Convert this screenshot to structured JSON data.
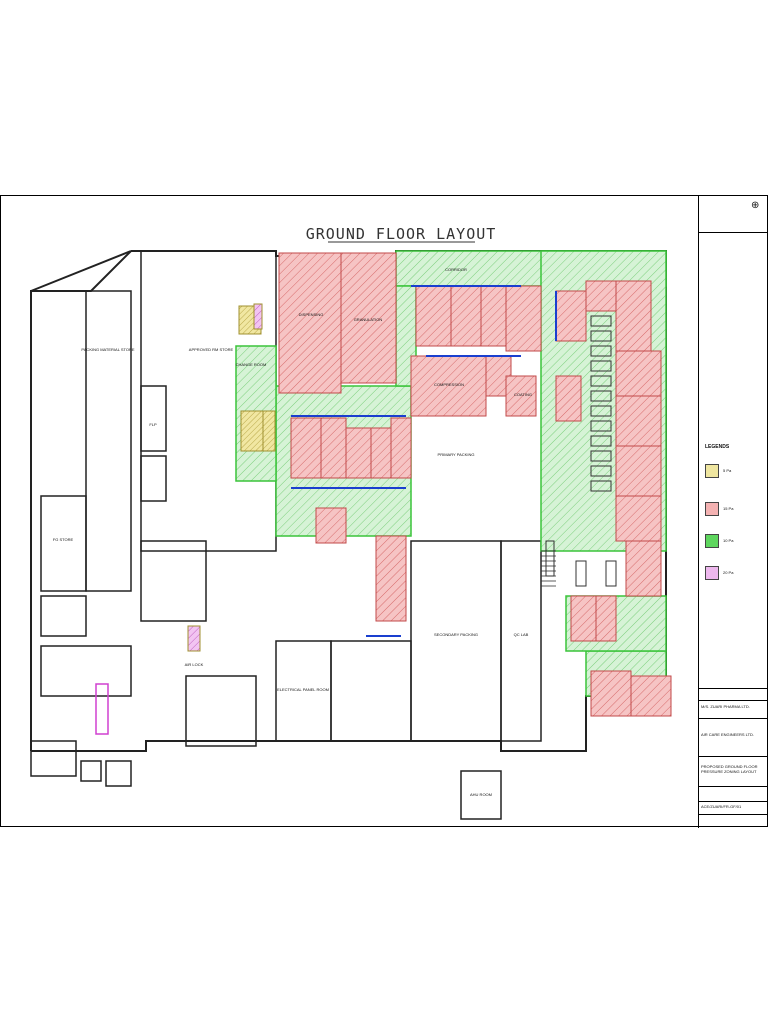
{
  "drawing": {
    "title": "GROUND FLOOR LAYOUT"
  },
  "rooms": [
    {
      "id": "r1",
      "label": "APPROVED RM STORE",
      "fill": "white"
    },
    {
      "id": "r2",
      "label": "PACKING MATERIAL STORE",
      "fill": "white"
    },
    {
      "id": "r3",
      "label": "FLP",
      "fill": "white"
    },
    {
      "id": "r4",
      "label": "FG STORE",
      "fill": "white"
    },
    {
      "id": "r5",
      "label": "DISPENSING",
      "fill": "red"
    },
    {
      "id": "r6",
      "label": "GRANULATION",
      "fill": "red"
    },
    {
      "id": "r7",
      "label": "COMPRESSION",
      "fill": "red"
    },
    {
      "id": "r8",
      "label": "COATING",
      "fill": "red"
    },
    {
      "id": "r9",
      "label": "CORRIDOR",
      "fill": "green"
    },
    {
      "id": "r10",
      "label": "PRIMARY PACKING",
      "fill": "white"
    },
    {
      "id": "r11",
      "label": "SECONDARY PACKING",
      "fill": "white"
    },
    {
      "id": "r12",
      "label": "CHANGE ROOM",
      "fill": "yellow"
    },
    {
      "id": "r13",
      "label": "AIR LOCK",
      "fill": "magenta"
    },
    {
      "id": "r14",
      "label": "QC LAB",
      "fill": "white"
    },
    {
      "id": "r15",
      "label": "ELECTRICAL PANEL ROOM",
      "fill": "white"
    },
    {
      "id": "r16",
      "label": "AHU ROOM",
      "fill": "white"
    }
  ],
  "legend": {
    "heading": "LEGENDS",
    "items": [
      {
        "text": "5 Pa",
        "color": "#e8e07a"
      },
      {
        "text": "15 Pa",
        "color": "#f2a0a0"
      },
      {
        "text": "10 Pa",
        "color": "#5ed65e"
      },
      {
        "text": "20 Pa",
        "color": "#e8a0e8"
      }
    ]
  },
  "title_block": {
    "client": "M/S. ZUARI PHARMA LTD.",
    "consultant": "AIR CARE ENGINEERS LTD.",
    "drawing_title": "PROPOSED GROUND FLOOR PRESSURE ZONING LAYOUT",
    "drawing_no": "ACE/ZUARI/FR-GF/01"
  },
  "colors": {
    "red_zone": "#f4b2b2",
    "green_zone": "#c6efc6",
    "yellow_zone": "#efe6a0",
    "magenta_zone": "#eeb8ee",
    "wall": "#222222",
    "zone_border": "#3ac43a",
    "duct": "#1a3fcf"
  }
}
